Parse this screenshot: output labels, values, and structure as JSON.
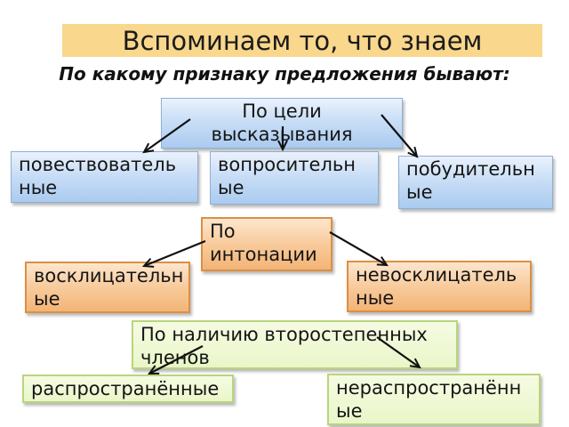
{
  "slide": {
    "title": "Вспоминаем то, что знаем",
    "subtitle": "По какому признаку предложения бывают:"
  },
  "colors": {
    "title_bg": "#F9D78C",
    "blue_fill_top": "#EAF2FD",
    "blue_fill_bottom": "#AACBF0",
    "blue_border": "#8FAFD4",
    "orange_fill_top": "#FDE6CD",
    "orange_fill_bottom": "#F3B476",
    "orange_border": "#DB8F45",
    "green_fill": "#EDF8CF",
    "green_border": "#BAD57C",
    "arrow": "#111111",
    "text": "#151515"
  },
  "diagram": {
    "purpose": {
      "parent": "По цели\nвысказывания",
      "children": [
        "повествователь\nные",
        "вопросительн\nые",
        "побудительн\nые"
      ]
    },
    "intonation": {
      "parent": "По\nинтонации",
      "children": [
        "восклицательн\nые",
        "невосклицатель\nные"
      ]
    },
    "secondary_members": {
      "parent": "По наличию второстепенных\nчленов",
      "children": [
        "распространённые",
        "нераспространённ\nые"
      ]
    }
  }
}
